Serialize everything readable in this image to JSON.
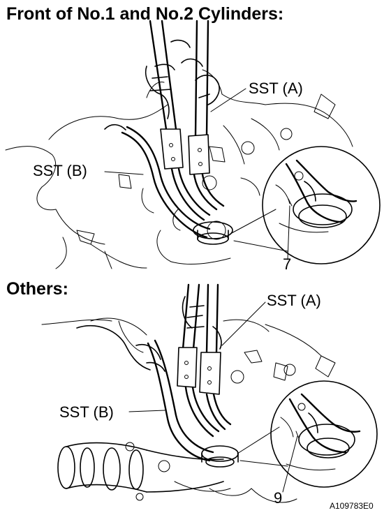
{
  "figure": {
    "top_section": {
      "heading": "Front of No.1 and No.2 Cylinders:",
      "callouts": {
        "sst_a": "SST (A)",
        "sst_b": "SST (B)",
        "step": "7"
      }
    },
    "bottom_section": {
      "heading": "Others:",
      "callouts": {
        "sst_a": "SST (A)",
        "sst_b": "SST (B)",
        "step": "9"
      }
    },
    "figure_code": "A109783E0"
  }
}
